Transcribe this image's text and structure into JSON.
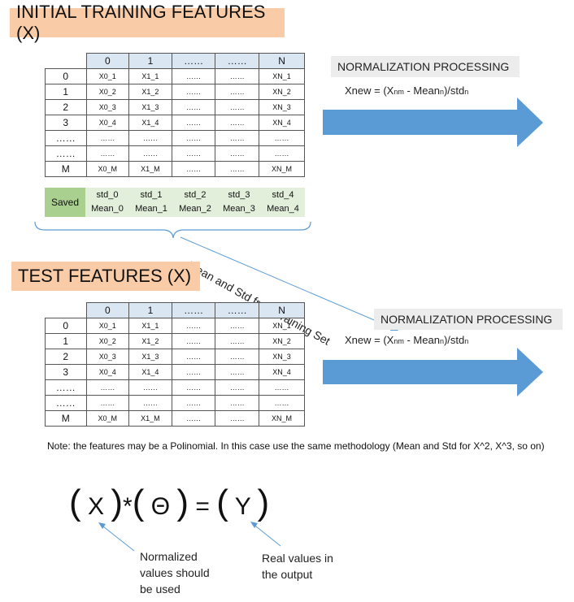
{
  "training": {
    "title": "INITIAL TRAINING FEATURES (X)",
    "headers": [
      "0",
      "1",
      "……",
      "……",
      "N"
    ],
    "rows": [
      {
        "label": "0",
        "cells": [
          "X0_1",
          "X1_1",
          "……",
          "……",
          "XN_1"
        ]
      },
      {
        "label": "1",
        "cells": [
          "X0_2",
          "X1_2",
          "……",
          "……",
          "XN_2"
        ]
      },
      {
        "label": "2",
        "cells": [
          "X0_3",
          "X1_3",
          "……",
          "……",
          "XN_3"
        ]
      },
      {
        "label": "3",
        "cells": [
          "X0_4",
          "X1_4",
          "……",
          "……",
          "XN_4"
        ]
      },
      {
        "label": "……",
        "cells": [
          "……",
          "……",
          "……",
          "……",
          "……"
        ]
      },
      {
        "label": "……",
        "cells": [
          "……",
          "……",
          "……",
          "……",
          "……"
        ]
      },
      {
        "label": "M",
        "cells": [
          "X0_M",
          "X1_M",
          "……",
          "……",
          "XN_M"
        ]
      }
    ]
  },
  "saved": {
    "label": "Saved",
    "columns": [
      {
        "std": "std_0",
        "mean": "Mean_0"
      },
      {
        "std": "std_1",
        "mean": "Mean_1"
      },
      {
        "std": "std_2",
        "mean": "Mean_2"
      },
      {
        "std": "std_3",
        "mean": "Mean_3"
      },
      {
        "std": "std_4",
        "mean": "Mean_4"
      }
    ]
  },
  "normalization": {
    "label": "NORMALIZATION PROCESSING",
    "formula_prefix": "Xnew = (X",
    "formula_sub1": "nm",
    "formula_mid": " - Mean",
    "formula_sub2": "n",
    "formula_end": ")/std",
    "formula_sub3": "n"
  },
  "transfer_label": "Mean and Std from Training Set",
  "test": {
    "title": "TEST FEATURES (X)",
    "headers": [
      "0",
      "1",
      "……",
      "……",
      "N"
    ],
    "rows": [
      {
        "label": "0",
        "cells": [
          "X0_1",
          "X1_1",
          "……",
          "……",
          "XN_1"
        ]
      },
      {
        "label": "1",
        "cells": [
          "X0_2",
          "X1_2",
          "……",
          "……",
          "XN_2"
        ]
      },
      {
        "label": "2",
        "cells": [
          "X0_3",
          "X1_3",
          "……",
          "……",
          "XN_3"
        ]
      },
      {
        "label": "3",
        "cells": [
          "X0_4",
          "X1_4",
          "……",
          "……",
          "XN_4"
        ]
      },
      {
        "label": "……",
        "cells": [
          "……",
          "……",
          "……",
          "……",
          "……"
        ]
      },
      {
        "label": "……",
        "cells": [
          "……",
          "……",
          "……",
          "……",
          "……"
        ]
      },
      {
        "label": "M",
        "cells": [
          "X0_M",
          "X1_M",
          "……",
          "……",
          "XN_M"
        ]
      }
    ]
  },
  "note": "Note: the features may be a Polinomial.  In this case use the same methodology (Mean and Std for X^2, X^3, so on)",
  "equation": {
    "x": "X",
    "op": "*",
    "theta": "Θ",
    "eq": "=",
    "y": "Y"
  },
  "captions": {
    "normalized": [
      "Normalized",
      "values should",
      "be used"
    ],
    "real": [
      "Real values in",
      "the output"
    ]
  },
  "colors": {
    "title_bg": "#f9cba6",
    "header_bg": "#dbe6f3",
    "saved_label_bg": "#a9d08e",
    "saved_bg": "#e2efda",
    "arrow": "#5b9bd5"
  }
}
